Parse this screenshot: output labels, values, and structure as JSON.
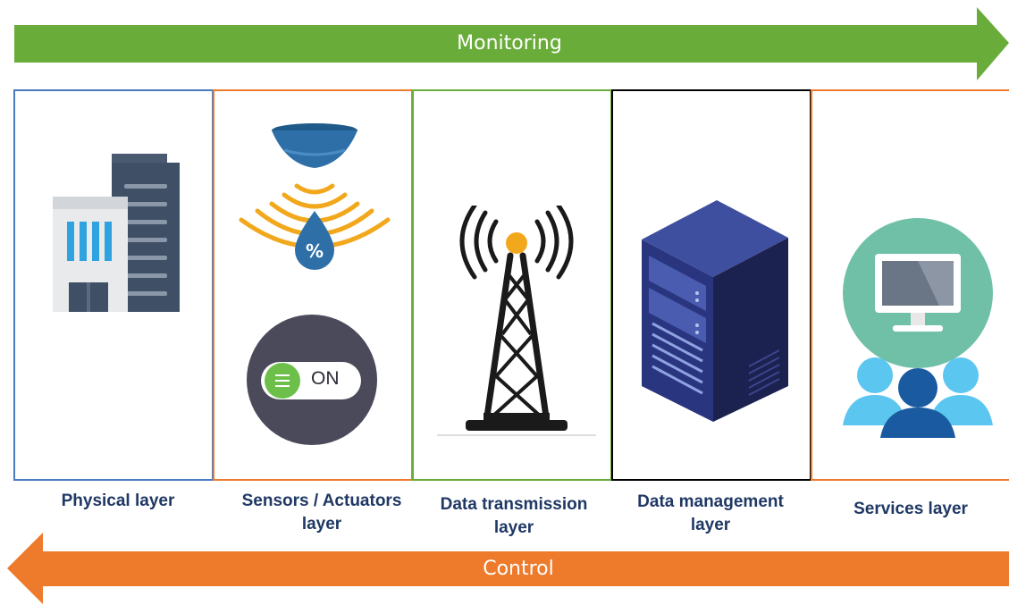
{
  "arrows": {
    "monitoring": "Monitoring",
    "control": "Control"
  },
  "layers": [
    {
      "label": "Physical layer",
      "icon": "building-icon"
    },
    {
      "label": "Sensors / Actuators layer",
      "icon": "humidity-sensor-icon",
      "switch_text": "ON"
    },
    {
      "label": "Data transmission layer",
      "icon": "transmission-tower-icon"
    },
    {
      "label": "Data management layer",
      "icon": "server-icon"
    },
    {
      "label": "Services layer",
      "icon": "users-computer-icon"
    }
  ],
  "colors": {
    "monitoring_arrow": "#6aac3a",
    "control_arrow": "#ee7a2b",
    "label_text": "#1f3864",
    "panel_borders": [
      "#4a7abf",
      "#ee7a2b",
      "#6aac3a",
      "#000000",
      "#ee7a2b"
    ]
  }
}
